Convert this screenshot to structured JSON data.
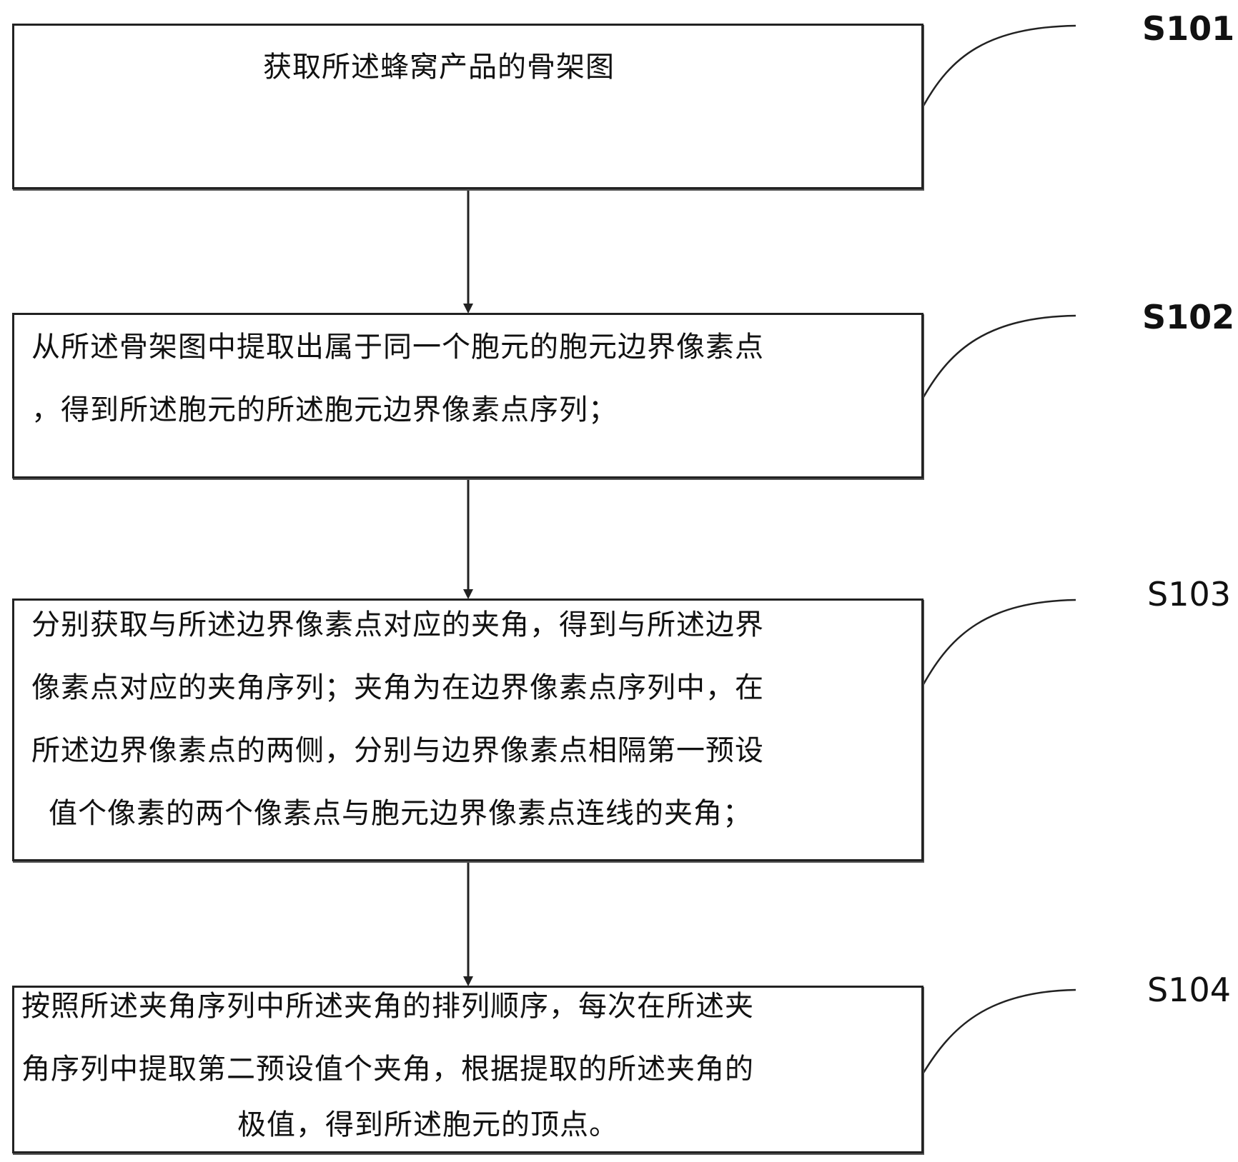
{
  "steps": [
    {
      "id": "S101",
      "label": "S101",
      "lines": [
        "获取所述蜂窝产品的骨架图"
      ]
    },
    {
      "id": "S102",
      "label": "S102",
      "lines": [
        "从所述骨架图中提取出属于同一个胞元的胞元边界像素点",
        "，得到所述胞元的所述胞元边界像素点序列；"
      ]
    },
    {
      "id": "S103",
      "label": "S103",
      "lines": [
        "分别获取与所述边界像素点对应的夹角，得到与所述边界",
        "像素点对应的夹角序列；夹角为在边界像素点序列中，在",
        "所述边界像素点的两侧，分别与边界像素点相隔第一预设",
        "值个像素的两个像素点与胞元边界像素点连线的夹角；"
      ]
    },
    {
      "id": "S104",
      "label": "S104",
      "lines": [
        "按照所述夹角序列中所述夹角的排列顺序，每次在所述夹",
        "角序列中提取第二预设值个夹角，根据提取的所述夹角的",
        "极值，得到所述胞元的顶点。"
      ]
    }
  ]
}
